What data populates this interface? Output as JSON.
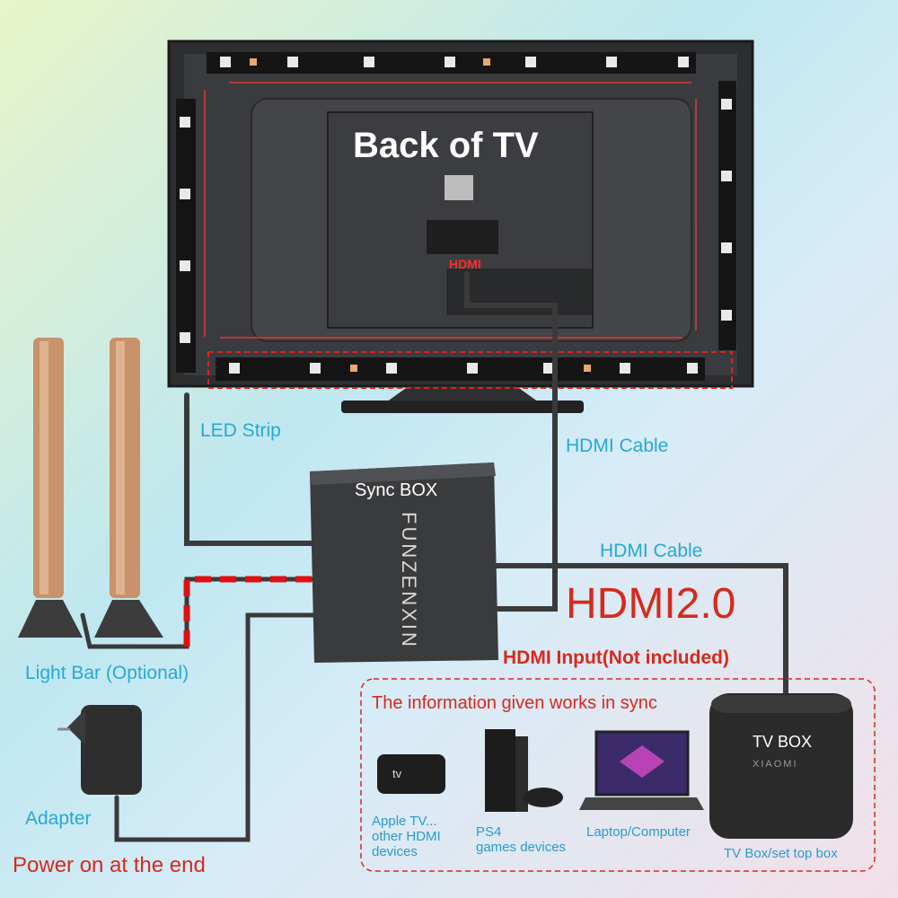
{
  "tv": {
    "title": "Back of TV",
    "port_label": "HDMI"
  },
  "labels": {
    "led_strip": "LED Strip",
    "hdmi_cable_top": "HDMI Cable",
    "hdmi_cable_right": "HDMI Cable",
    "hdmi_version": "HDMI2.0",
    "hdmi_input": "HDMI Input(Not included)",
    "light_bar": "Light Bar (Optional)",
    "adapter": "Adapter",
    "power": "Power on at the end"
  },
  "sync_box": {
    "title": "Sync BOX",
    "brand": "FUNZENXIN"
  },
  "devices_panel": {
    "heading": "The information given works in sync",
    "devices": [
      {
        "label_lines": [
          "Apple TV...",
          "other HDMI",
          "devices"
        ]
      },
      {
        "label_lines": [
          "PS4",
          "games devices"
        ]
      },
      {
        "label_lines": [
          "Laptop/Computer"
        ]
      },
      {
        "label_lines": [
          "TV Box/set top box"
        ]
      }
    ]
  },
  "tv_box": {
    "title": "TV BOX",
    "brand": "XIAOMI"
  },
  "colors": {
    "accent_blue": "#27a8d6",
    "accent_red": "#d62a1c",
    "box_dark": "#2b2b2b"
  }
}
